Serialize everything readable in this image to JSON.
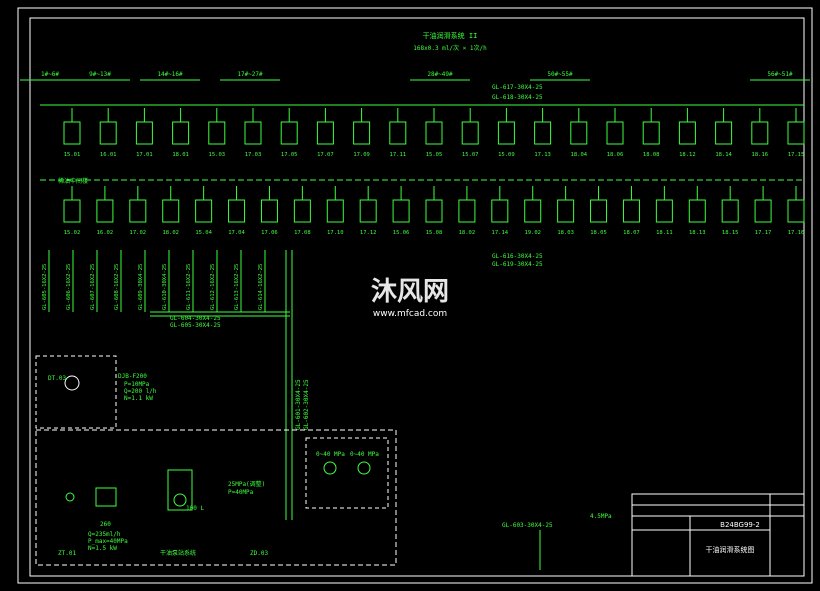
{
  "header": {
    "title": "干油润滑系统 II",
    "subtitle": "168x0.3 ml/次 × 1次/h"
  },
  "group_labels": [
    "1#~6#",
    "9#~13#",
    "14#~16#",
    "17#~27#",
    "28#~49#",
    "50#~55#",
    "56#~51#"
  ],
  "block_codes_top": [
    "15.01",
    "16.01",
    "17.01",
    "18.01",
    "15.03",
    "17.03",
    "17.05",
    "17.07",
    "17.09",
    "17.11",
    "15.05",
    "15.07",
    "15.09",
    "17.13",
    "18.04",
    "18.06",
    "18.08",
    "18.12",
    "18.14",
    "18.16",
    "17.15"
  ],
  "block_codes_bottom": [
    "15.02",
    "16.02",
    "17.02",
    "18.02",
    "15.04",
    "17.04",
    "17.06",
    "17.08",
    "17.10",
    "17.12",
    "15.06",
    "15.08",
    "18.02",
    "17.14",
    "19.02",
    "18.03",
    "18.05",
    "18.07",
    "18.11",
    "18.13",
    "18.15",
    "17.17",
    "17.16"
  ],
  "side_label": "稀油中间楼",
  "pipes_top": [
    "GL-617-30X4-25",
    "GL-618-30X4-25"
  ],
  "pipes_bottom": [
    "GL-616-30X4-25",
    "GL-619-30X4-25"
  ],
  "pipes_mid": [
    "GL-604-30X4-25",
    "GL-605-30X4-25"
  ],
  "riser_labels": [
    "GL-605-16X2-25",
    "GL-606-16X2-25",
    "GL-607-16X2-25",
    "GL-608-16X2-25",
    "GL-609-30X4-25",
    "GL-610-30X4-25",
    "GL-611-16X2-25",
    "GL-612-16X2-25",
    "GL-613-16X2-25",
    "GL-614-16X2-25"
  ],
  "trunk_labels": [
    "GL-601-30X4-25",
    "GL-602-30X4-25"
  ],
  "pump": {
    "tag": "DT.03",
    "model": "DJB-F200",
    "p": "P=10MPa",
    "q": "Q=200 l/h",
    "n": "N=1.1 kW"
  },
  "pump2": {
    "tag": "260",
    "q": "Q=235ml/h",
    "p": "P_max=40MPa",
    "n": "N=1.5 kW"
  },
  "gauges": [
    "0~40 MPa",
    "0~40 MPa"
  ],
  "tank": {
    "vol": "100 L",
    "p1": "25MPa(调整)",
    "p2": "P=40MPa"
  },
  "legend_pipe": "GL-603-30X4-25",
  "legend_note": "4.5MPa",
  "footer_tags": [
    "ZT.01",
    "ZD.03",
    "干油泵站系统"
  ],
  "watermark": {
    "text": "沐风网",
    "url": "www.mfcad.com"
  },
  "title_block": {
    "drawing_no": "B24BG99-2",
    "drawing_name": "干油润滑系统图"
  }
}
